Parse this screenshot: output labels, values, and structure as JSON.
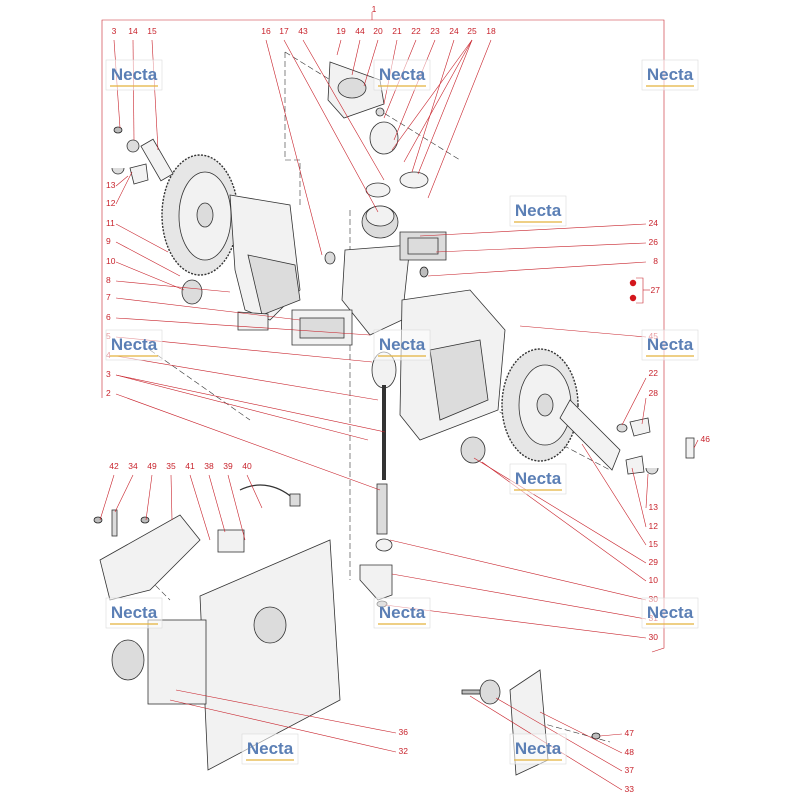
{
  "diagram": {
    "brand": "Necta",
    "callouts_top": [
      "1",
      "3",
      "14",
      "15",
      "16",
      "17",
      "43",
      "19",
      "44",
      "20",
      "21",
      "22",
      "23",
      "24",
      "25",
      "18"
    ],
    "callouts_left": [
      "13",
      "12",
      "11",
      "9",
      "10",
      "8",
      "7",
      "6",
      "5",
      "4",
      "3",
      "2"
    ],
    "callouts_right": [
      "24",
      "26",
      "8",
      "27",
      "45",
      "22",
      "28",
      "46",
      "12",
      "13",
      "15",
      "29",
      "10",
      "30",
      "31",
      "30"
    ],
    "callouts_bottom_left": [
      "42",
      "34",
      "49",
      "35",
      "41",
      "38",
      "39",
      "40",
      "36",
      "32"
    ],
    "callouts_bottom_right": [
      "47",
      "48",
      "37",
      "33"
    ]
  }
}
